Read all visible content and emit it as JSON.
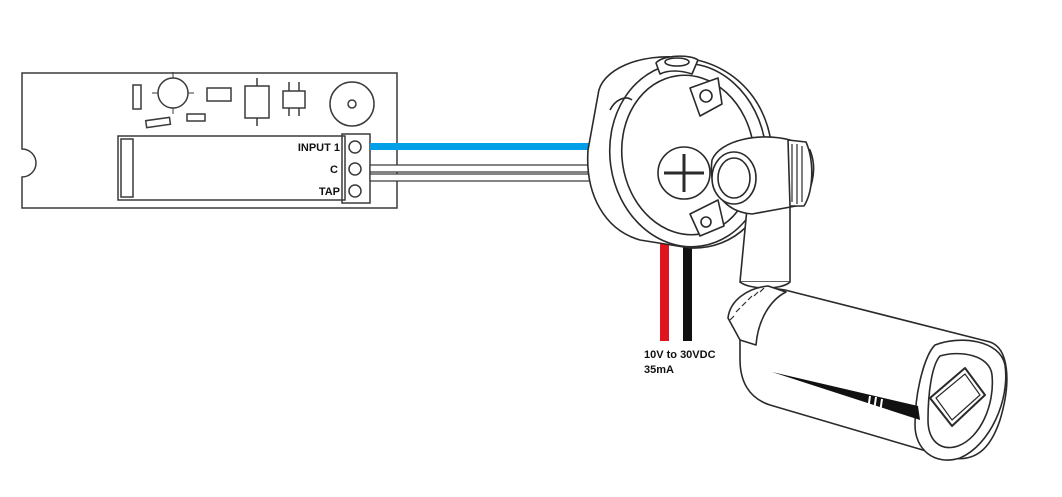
{
  "terminals": {
    "input1": "INPUT 1",
    "common": "C",
    "tap": "TAP"
  },
  "power": {
    "voltage": "10V to 30VDC",
    "current": "35mA"
  },
  "colors": {
    "signal_wire": "#00a0e9",
    "power_positive": "#e0141e",
    "power_negative": "#111111",
    "outline": "#3a3a3a"
  }
}
